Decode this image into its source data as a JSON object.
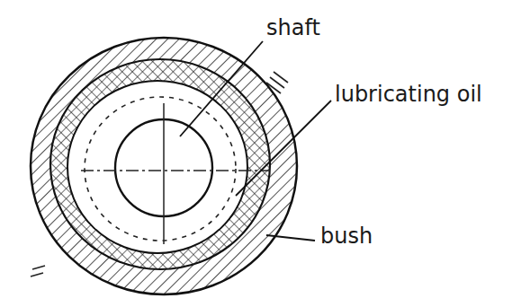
{
  "diagram": {
    "labels": [
      "shaft",
      "lubricating oil",
      "bush"
    ]
  }
}
